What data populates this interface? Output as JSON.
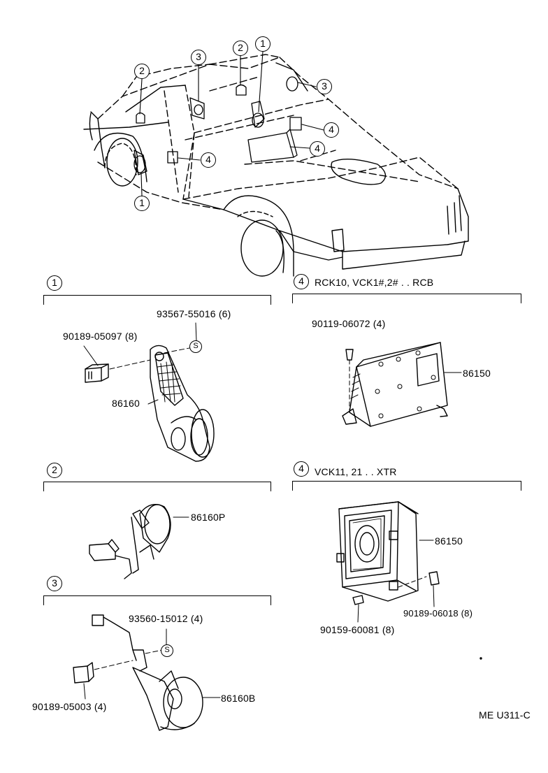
{
  "callouts": {
    "c1": "1",
    "c2": "2",
    "c3": "3",
    "c4": "4"
  },
  "sections": {
    "s1": {
      "num": "1"
    },
    "s2": {
      "num": "2"
    },
    "s3": {
      "num": "3"
    },
    "s4a": {
      "num": "4",
      "title": "RCK10, VCK1#,2# . . RCB"
    },
    "s4b": {
      "num": "4",
      "title": "VCK11, 21 . . XTR"
    }
  },
  "parts": {
    "p1_screw": "93567-55016 (6)",
    "p1_clip": "90189-05097 (8)",
    "p1_speaker": "86160",
    "p2_speaker": "86160P",
    "p3_screw": "93560-15012 (4)",
    "p3_clip": "90189-05003 (4)",
    "p3_speaker": "86160B",
    "p4a_bolt": "90119-06072 (4)",
    "p4a_amp": "86150",
    "p4b_amp": "86150",
    "p4b_clip": "90189-06018 (8)",
    "p4b_bolt": "90159-60081 (8)"
  },
  "screw_mark": "S",
  "diagram_code": "ME U311-C"
}
